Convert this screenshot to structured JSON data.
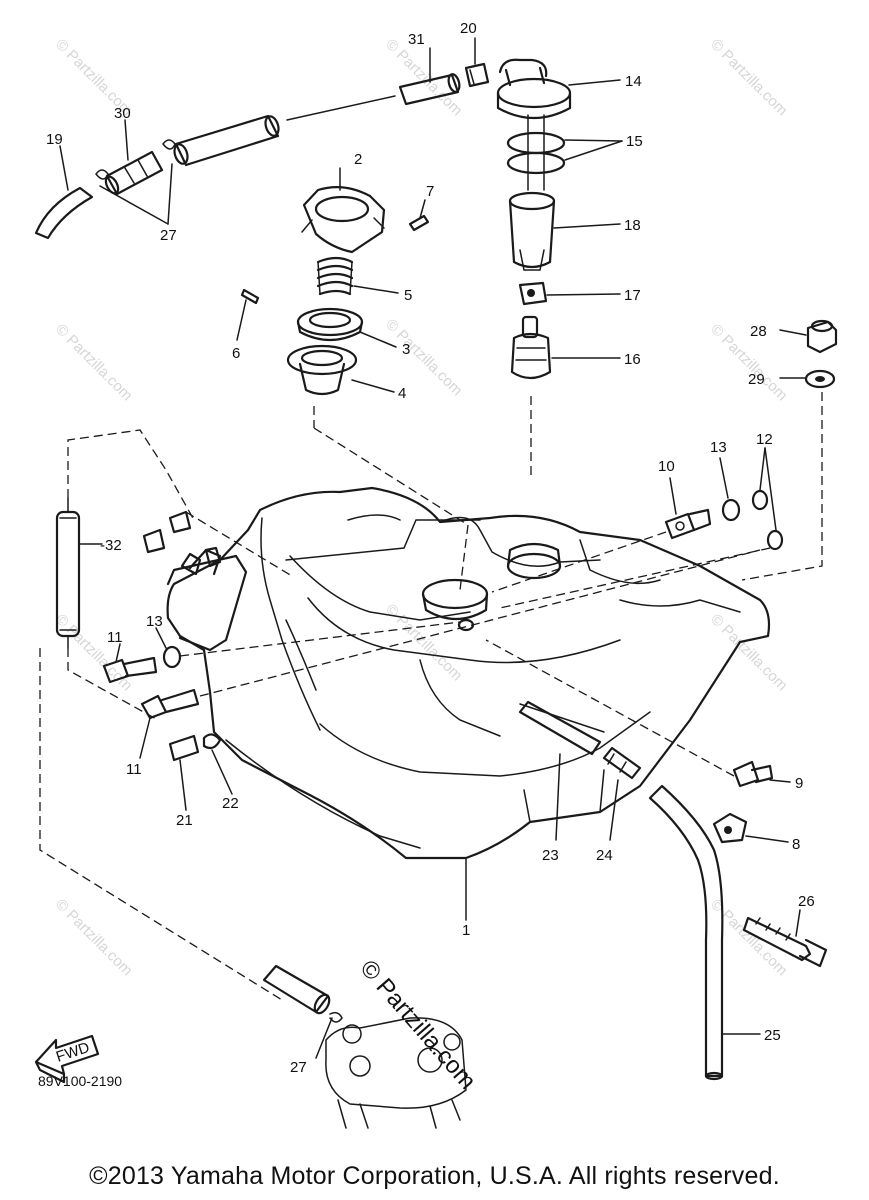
{
  "diagram": {
    "part_labels": {
      "p1": "1",
      "p2": "2",
      "p3": "3",
      "p4": "4",
      "p5": "5",
      "p6": "6",
      "p7": "7",
      "p8": "8",
      "p9": "9",
      "p10": "10",
      "p11a": "11",
      "p11b": "11",
      "p12": "12",
      "p13a": "13",
      "p13b": "13",
      "p14": "14",
      "p15": "15",
      "p16": "16",
      "p17": "17",
      "p18": "18",
      "p19": "19",
      "p20": "20",
      "p21": "21",
      "p22": "22",
      "p23": "23",
      "p24": "24",
      "p25": "25",
      "p26": "26",
      "p27a": "27",
      "p27b": "27",
      "p28": "28",
      "p29": "29",
      "p30": "30",
      "p31": "31",
      "p32": "-32"
    },
    "fwd_label": "FWD",
    "diagram_code": "89V100-2190",
    "watermark_main": "© Partzilla.com",
    "watermark_faint": "© Partzilla.com",
    "copyright": "©2013 Yamaha Motor Corporation, U.S.A. All rights reserved."
  }
}
